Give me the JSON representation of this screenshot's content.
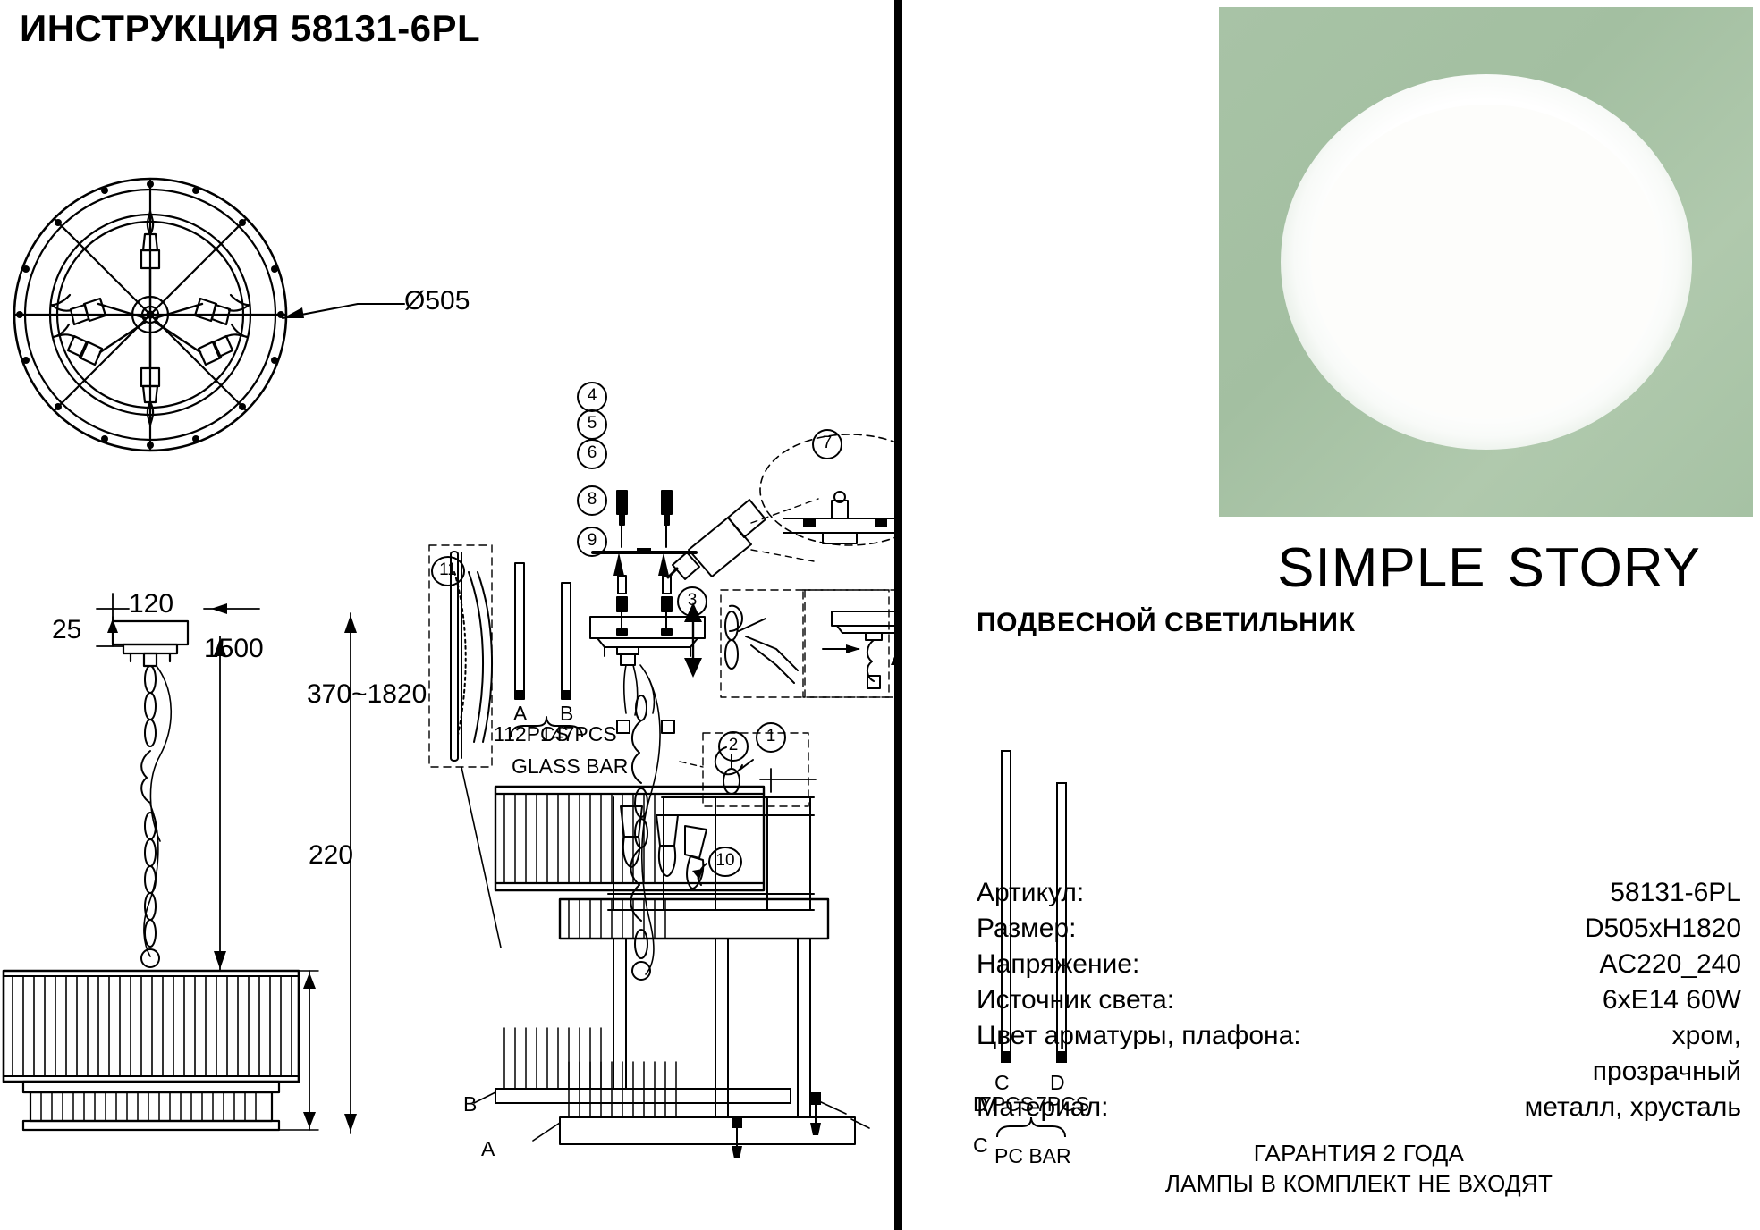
{
  "document": {
    "title": "ИНСТРУКЦИЯ 58131-6PL"
  },
  "brand": {
    "word1": "SIMPLE",
    "word2": "STORY"
  },
  "product": {
    "type": "ПОДВЕСНОЙ СВЕТИЛЬНИК",
    "image_alt": "pendant-lamp-photo"
  },
  "specs": {
    "rows": [
      {
        "label": "Артикул:",
        "value": "58131-6PL"
      },
      {
        "label": "Размер:",
        "value": "D505xH1820"
      },
      {
        "label": "Напряжение:",
        "value": "AC220_240"
      },
      {
        "label": "Источник света:",
        "value": "6xE14 60W"
      },
      {
        "label": "Цвет арматуры, плафона:",
        "value": "хром,"
      },
      {
        "label": "",
        "value": "прозрачный"
      },
      {
        "label": "Материал:",
        "value": "металл, хрусталь"
      }
    ]
  },
  "footer": {
    "line1": "ГАРАНТИЯ 2 ГОДА",
    "line2": "ЛАМПЫ В КОМПЛЕКТ НЕ ВХОДЯТ"
  },
  "dimensions": {
    "diameter": "Ø505",
    "canopy_width": "120",
    "canopy_height": "25",
    "chain_length": "1500",
    "total_height_range": "370~1820",
    "shade_height": "220"
  },
  "parts": {
    "glass_bar_group_label": "GLASS BAR",
    "pc_bar_group_label": "PC BAR",
    "items": [
      {
        "id": "A",
        "qty": "112PCS",
        "group": "GLASS BAR"
      },
      {
        "id": "B",
        "qty": "147PCS",
        "group": "GLASS BAR"
      },
      {
        "id": "C",
        "qty": "7PCS",
        "group": "PC BAR"
      },
      {
        "id": "D",
        "qty": "7PCS",
        "group": "PC BAR"
      }
    ],
    "callouts": [
      "A",
      "B",
      "C",
      "D"
    ]
  },
  "steps": {
    "numbers": [
      "1",
      "2",
      "3",
      "4",
      "5",
      "6",
      "7",
      "8",
      "9",
      "10",
      "11"
    ]
  },
  "colors": {
    "ink": "#000000",
    "paper": "#ffffff",
    "product_bg": "#a6c2a4",
    "lamp": "#ffffff"
  }
}
